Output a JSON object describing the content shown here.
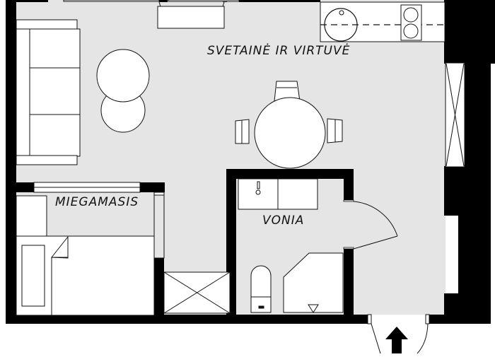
{
  "plan": {
    "colors": {
      "wall": "#000000",
      "floor": "#e5e5e5",
      "furniture": "#ffffff",
      "outline": "#111111",
      "background": "#ffffff"
    },
    "rooms": [
      {
        "id": "living-kitchen",
        "label": "SVETAINĖ IR VIRTUVĖ"
      },
      {
        "id": "bedroom",
        "label": "MIEGAMASIS"
      },
      {
        "id": "bathroom",
        "label": "VONIA"
      }
    ],
    "icons": {
      "entrance": "entrance-arrow-icon"
    }
  }
}
